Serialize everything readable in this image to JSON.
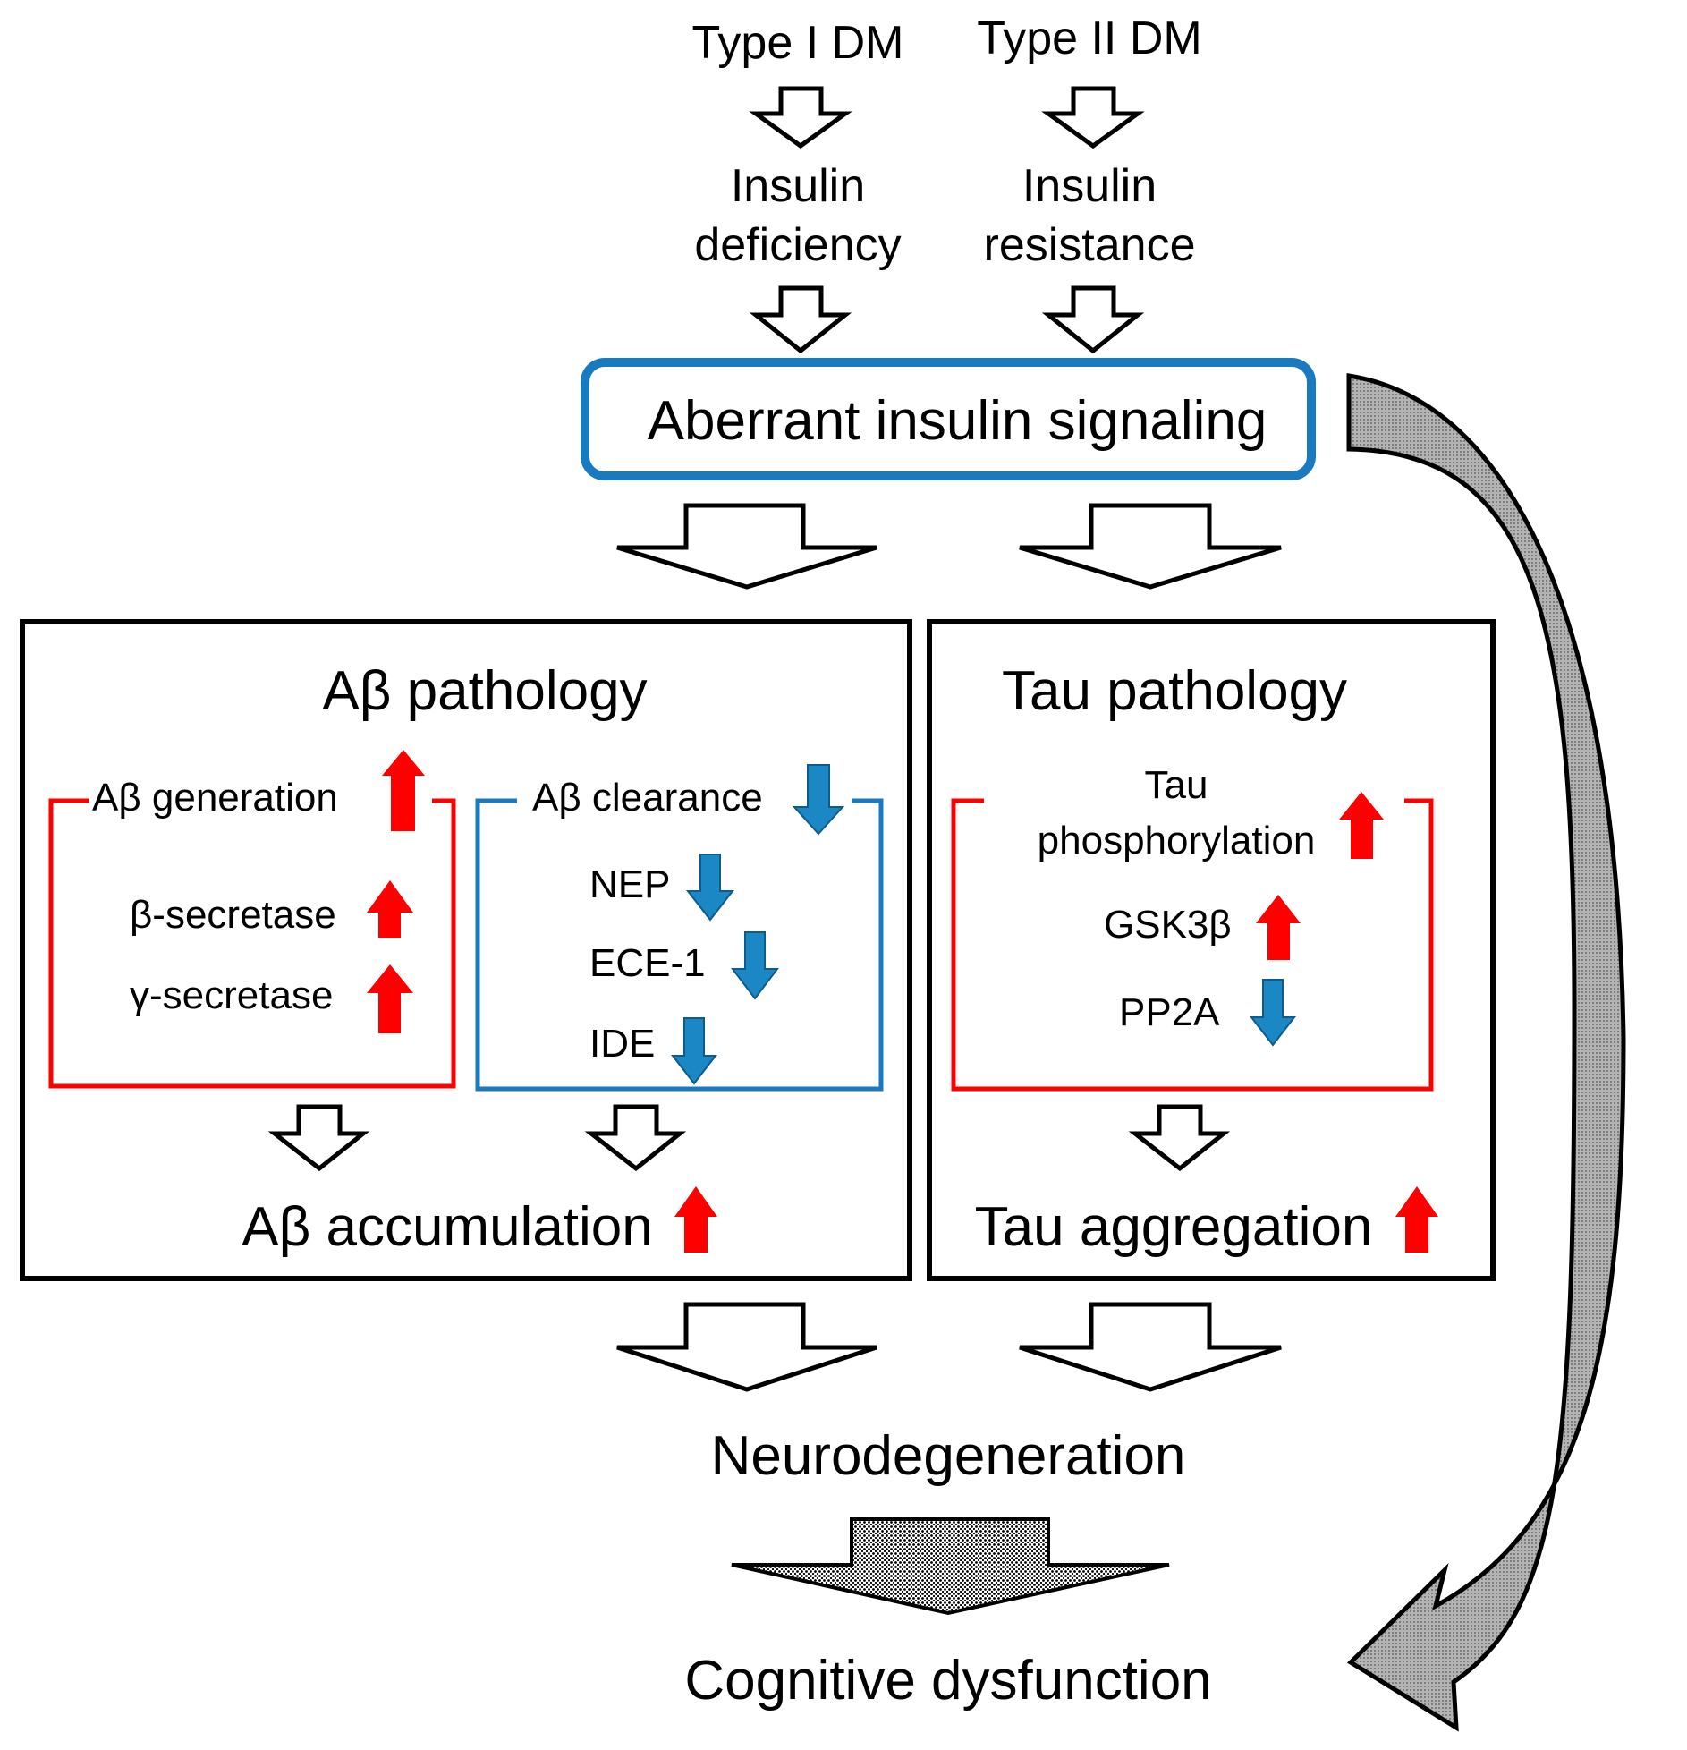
{
  "top": {
    "type1": "Type I DM",
    "type2": "Type II DM",
    "deficiency": [
      "Insulin",
      "deficiency"
    ],
    "resistance": [
      "Insulin",
      "resistance"
    ]
  },
  "signaling": {
    "label": "Aberrant insulin signaling"
  },
  "abeta_panel": {
    "title": "Aβ pathology",
    "generation": {
      "title": "Aβ generation",
      "trend": "up",
      "items": [
        {
          "label": "β-secretase",
          "trend": "up"
        },
        {
          "label": "γ-secretase",
          "trend": "up"
        }
      ]
    },
    "clearance": {
      "title": "Aβ clearance",
      "trend": "down",
      "items": [
        {
          "label": "NEP",
          "trend": "down"
        },
        {
          "label": "ECE-1",
          "trend": "down"
        },
        {
          "label": "IDE",
          "trend": "down"
        }
      ]
    },
    "result": {
      "label": "Aβ accumulation",
      "trend": "up"
    }
  },
  "tau_panel": {
    "title": "Tau pathology",
    "phosphorylation": {
      "title_lines": [
        "Tau",
        "phosphorylation"
      ],
      "trend": "up",
      "items": [
        {
          "label": "GSK3β",
          "trend": "up"
        },
        {
          "label": "PP2A",
          "trend": "down"
        }
      ]
    },
    "result": {
      "label": "Tau aggregation",
      "trend": "up"
    }
  },
  "neurodegeneration": {
    "label": "Neurodegeneration"
  },
  "cognitive": {
    "label": "Cognitive dysfunction"
  },
  "colors": {
    "up_arrow": "#ff0000",
    "down_arrow": "#1b87c4",
    "signaling_border": "#1a7abf",
    "generation_bracket": "#ff0000",
    "clearance_bracket": "#1a7abf",
    "tau_bracket": "#ff0000",
    "curved_arrow_fill": "#a9a9a9"
  }
}
